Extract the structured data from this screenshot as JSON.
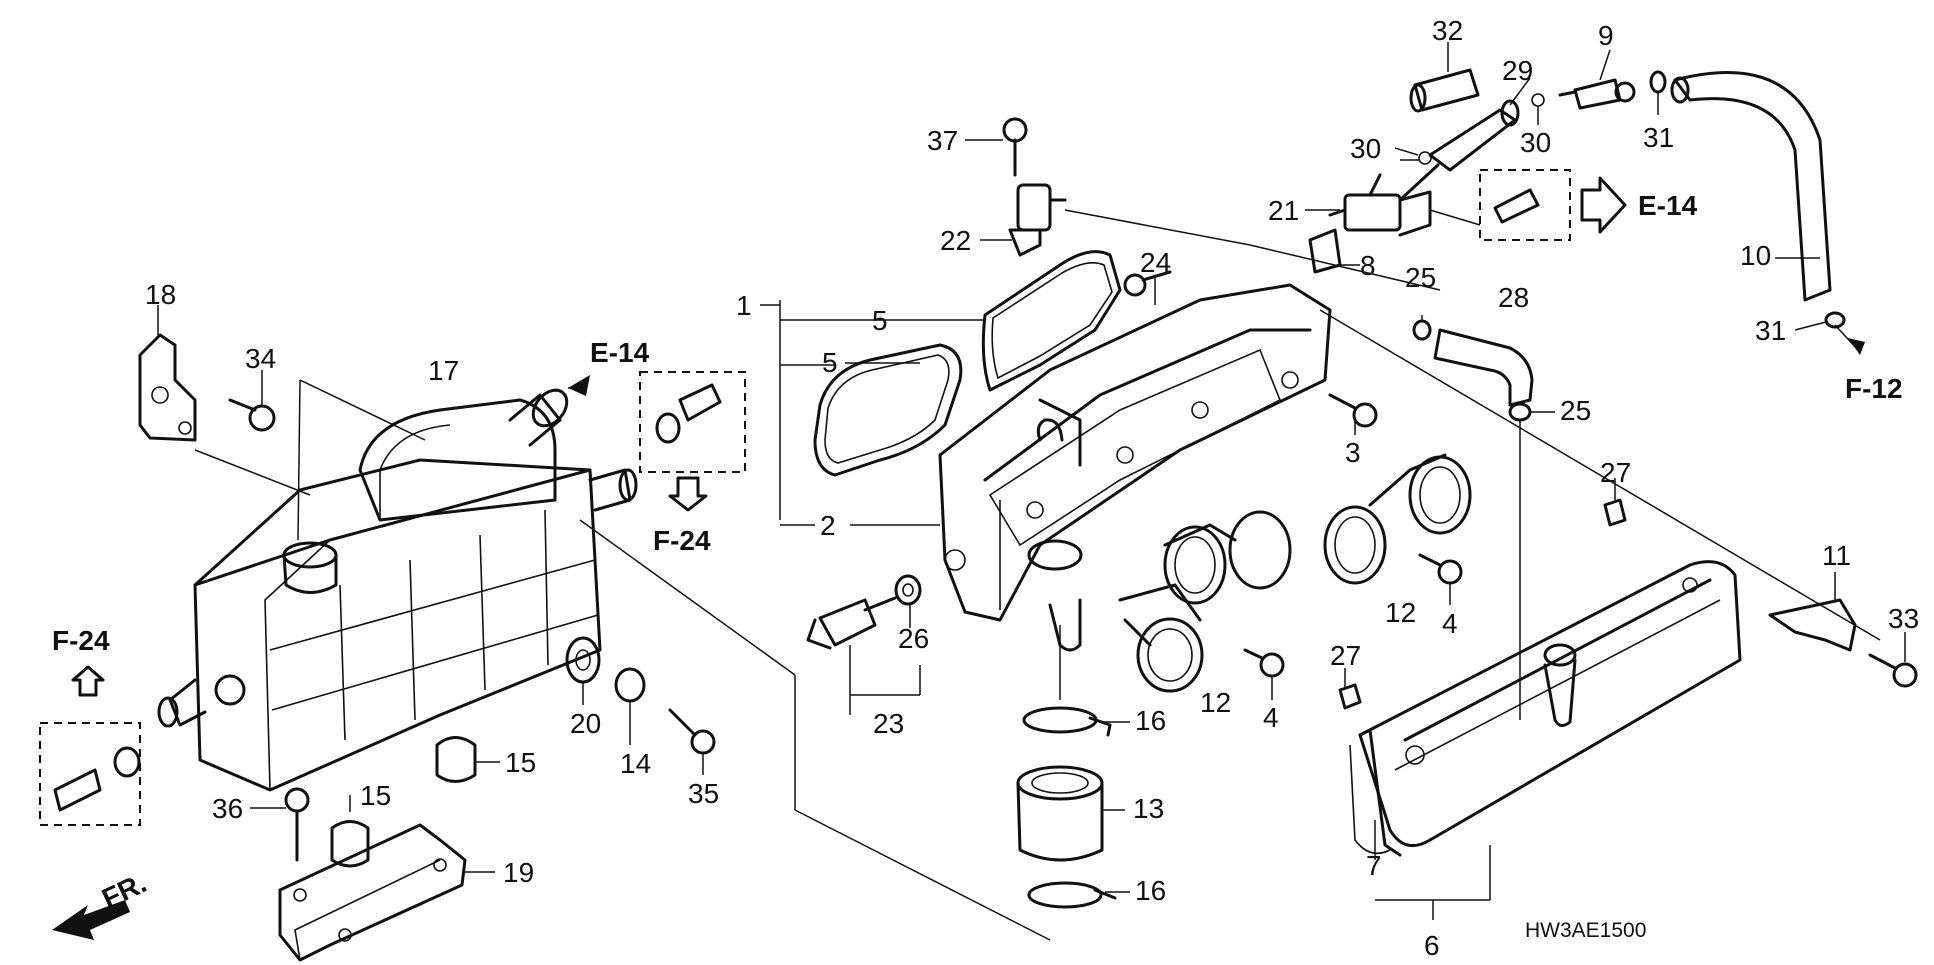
{
  "diagram_code": "HW3AE1500",
  "front_label": "FR.",
  "refs": {
    "e14_left": "E-14",
    "e14_right": "E-14",
    "f24_center": "F-24",
    "f24_left": "F-24",
    "f12": "F-12"
  },
  "callouts": [
    "1",
    "2",
    "3",
    "4",
    "4",
    "5",
    "5",
    "6",
    "7",
    "8",
    "9",
    "10",
    "11",
    "12",
    "12",
    "13",
    "14",
    "15",
    "15",
    "16",
    "16",
    "17",
    "18",
    "19",
    "20",
    "21",
    "22",
    "23",
    "24",
    "25",
    "25",
    "26",
    "27",
    "27",
    "28",
    "29",
    "30",
    "30",
    "31",
    "31",
    "32",
    "33",
    "34",
    "35",
    "36",
    "37"
  ]
}
